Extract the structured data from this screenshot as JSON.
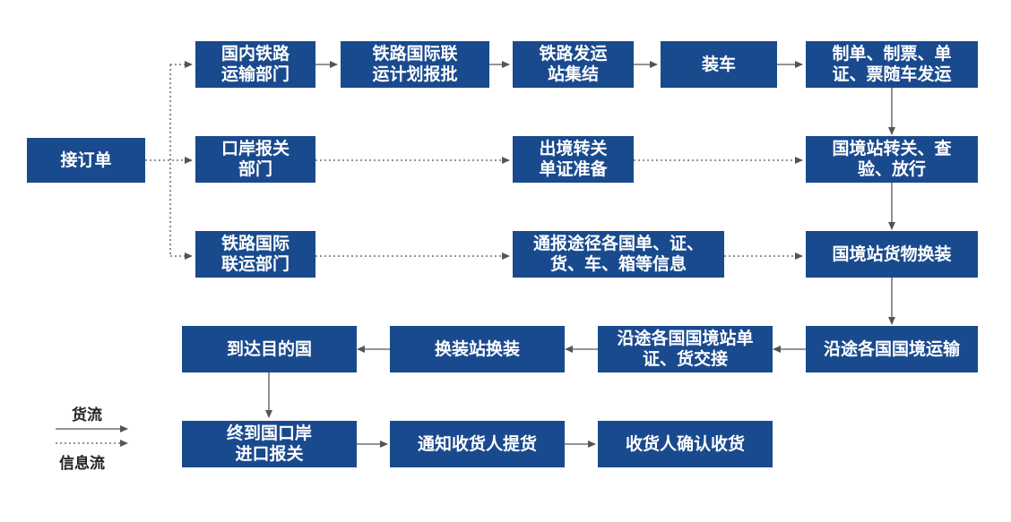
{
  "colors": {
    "box": "#1a4a8e",
    "box_text": "#ffffff",
    "line": "#555555"
  },
  "nodes": {
    "order": {
      "lines": [
        "接订单"
      ]
    },
    "domestic_rail": {
      "lines": [
        "国内铁路",
        "运输部门"
      ]
    },
    "plan_approval": {
      "lines": [
        "铁路国际联",
        "运计划报批"
      ]
    },
    "station_gather": {
      "lines": [
        "铁路发运",
        "站集结"
      ]
    },
    "loading": {
      "lines": [
        "装车"
      ]
    },
    "documents": {
      "lines": [
        "制单、制票、单",
        "证、票随车发运"
      ]
    },
    "port_customs": {
      "lines": [
        "口岸报关",
        "部门"
      ]
    },
    "exit_docs": {
      "lines": [
        "出境转关",
        "单证准备"
      ]
    },
    "border_check": {
      "lines": [
        "国境站转关、查",
        "验、放行"
      ]
    },
    "intl_rail": {
      "lines": [
        "铁路国际",
        "联运部门"
      ]
    },
    "notify_info": {
      "lines": [
        "通报途径各国单、证、",
        "货、车、箱等信息"
      ]
    },
    "reload": {
      "lines": [
        "国境站货物换装"
      ]
    },
    "transit": {
      "lines": [
        "沿途各国国境运输"
      ]
    },
    "handover": {
      "lines": [
        "沿途各国国境站单",
        "证、货交接"
      ]
    },
    "transship": {
      "lines": [
        "换装站换装"
      ]
    },
    "arrive": {
      "lines": [
        "到达目的国"
      ]
    },
    "import_customs": {
      "lines": [
        "终到国口岸",
        "进口报关"
      ]
    },
    "notify_consignee": {
      "lines": [
        "通知收货人提货"
      ]
    },
    "confirm": {
      "lines": [
        "收货人确认收货"
      ]
    }
  },
  "legend": {
    "goods_flow": "货流",
    "info_flow": "信息流"
  }
}
